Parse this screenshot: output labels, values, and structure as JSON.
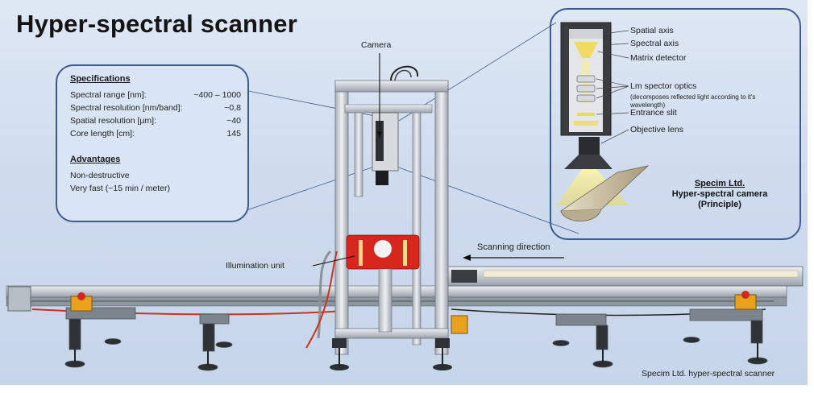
{
  "title": "Hyper-spectral scanner",
  "specifications": {
    "heading": "Specifications",
    "rows": [
      {
        "label": "Spectral range [nm]:",
        "value": "~400 – 1000"
      },
      {
        "label": "Spectral resolution [nm/band]:",
        "value": "~0,8"
      },
      {
        "label": "Spatial resolution [µm]:",
        "value": "~40"
      },
      {
        "label": "Core length [cm]:",
        "value": "145"
      }
    ]
  },
  "advantages": {
    "heading": "Advantages",
    "items": [
      "Non-destructive",
      "Very fast (~15 min / meter)"
    ]
  },
  "camera_label": "Camera",
  "illumination_label": "Illumination unit",
  "scanning_direction_label": "Scanning direction",
  "camera_detail": {
    "labels": {
      "spatial_axis": "Spatial axis",
      "spectral_axis": "Spectral axis",
      "matrix_detector": "Matrix detector",
      "optics": "Lm spector optics",
      "optics_note": "(decomposes reflected light according to it's wavelength)",
      "entrance_slit": "Entrance slit",
      "objective_lens": "Objective lens"
    },
    "credit_company": "Specim Ltd.",
    "credit_title": "Hyper-spectral camera",
    "credit_sub": "(Principle)"
  },
  "footer_caption": "Specim Ltd. hyper-spectral scanner",
  "colors": {
    "box_border": "#3d5a93",
    "box_fill": "#d9e4f4",
    "illumination_red": "#d6261d",
    "light_yellow": "#f1e27a"
  }
}
